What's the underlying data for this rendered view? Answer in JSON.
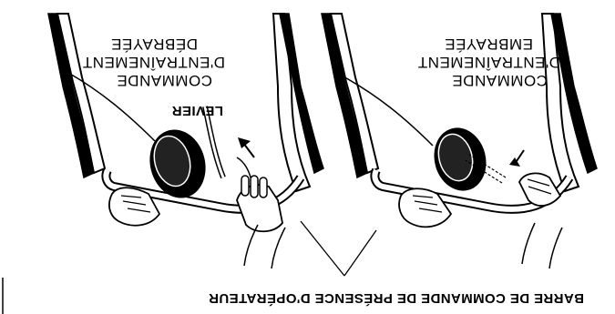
{
  "labels": {
    "left_label_line1": "COMMANDE",
    "left_label_line2": "D'ENTRAÎNEMENT",
    "left_label_line3": "DÉBRAYÉE",
    "right_label_line1": "COMMANDE",
    "right_label_line2": "D'ENTRAÎNEMENT",
    "right_label_line3": "EMBRAYÉE",
    "lever_label": "LEVIER",
    "bottom_label": "BARRE DE COMMANDE DE PRÉSENCE D'OPÉRATEUR"
  },
  "colors": {
    "ink": "#000000",
    "paper": "#ffffff"
  }
}
